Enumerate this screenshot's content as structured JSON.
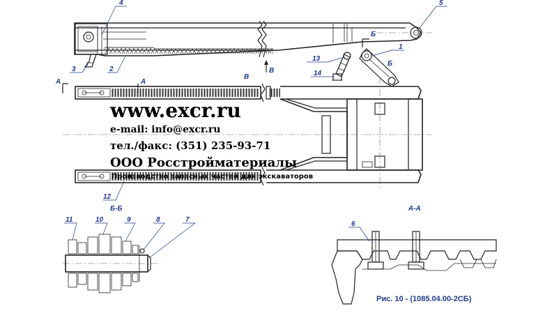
{
  "watermark": {
    "site": "www.excr.ru",
    "email": "e-mail: info@excr.ru",
    "phone": "тел./факс: (351) 235-93-71",
    "company": "ООО Росстройматериалы",
    "tagline": "Производство запасных частей для экскаваторов"
  },
  "callouts": [
    "1",
    "2",
    "3",
    "4",
    "5",
    "6",
    "7",
    "8",
    "9",
    "10",
    "11",
    "12",
    "13",
    "14"
  ],
  "section_marks": {
    "a": "А",
    "b": "Б",
    "v": "В",
    "view_v": "В",
    "section_bb": "Б-Б",
    "section_aa": "А-А"
  },
  "caption": "Рис. 10 - (1085.04.00-2СБ)",
  "colors": {
    "ink": "#222222",
    "callout_blue": "#1f3a8a",
    "hatch": "#333333",
    "paper": "#ffffff"
  }
}
